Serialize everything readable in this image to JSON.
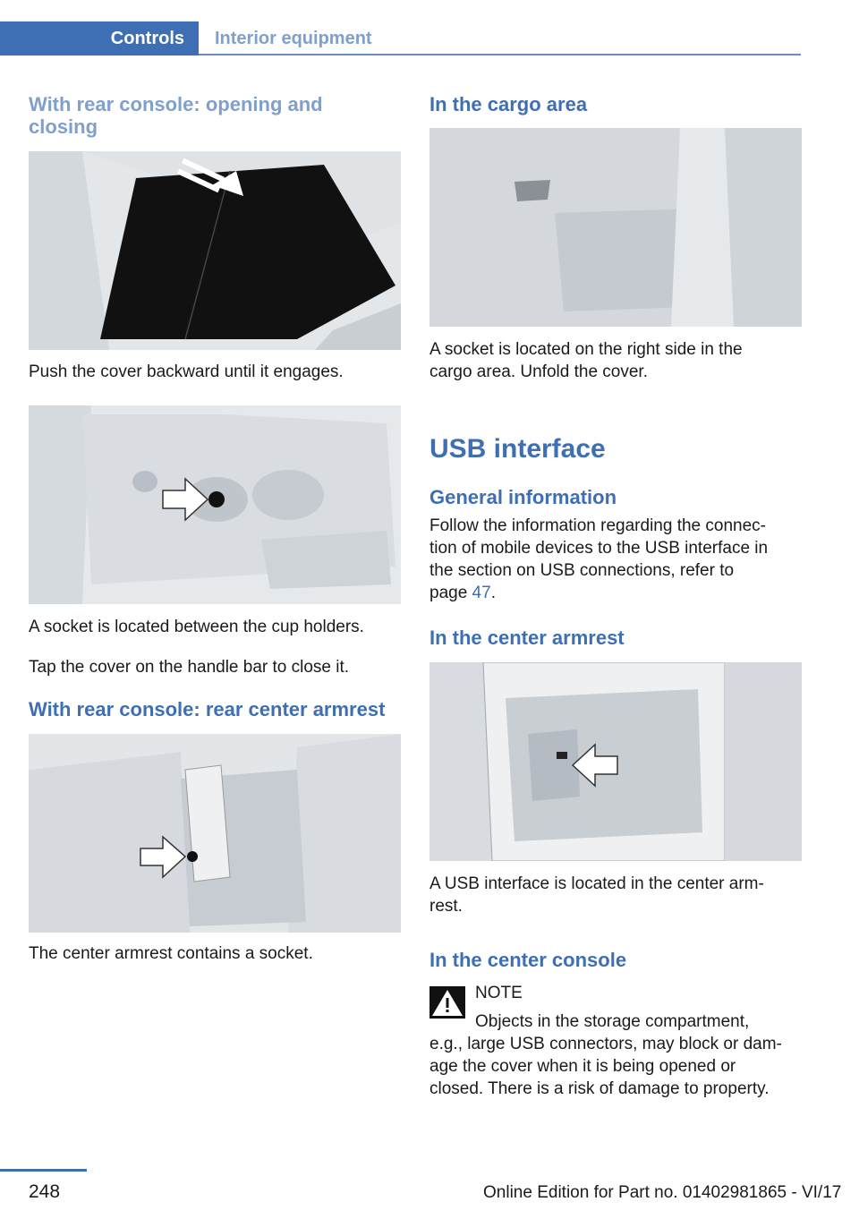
{
  "header": {
    "active_tab": "Controls",
    "inactive_tab": "Interior equipment"
  },
  "left": {
    "heading1": "With rear console: opening and closing",
    "caption1": "Push the cover backward until it engages.",
    "caption2": "A socket is located between the cup holders.",
    "caption3": "Tap the cover on the handle bar to close it.",
    "heading2": "With rear console: rear center armrest",
    "caption4": "The center armrest contains a socket."
  },
  "right": {
    "heading_cargo": "In the cargo area",
    "caption_cargo_1": "A socket is located on the right side in the",
    "caption_cargo_2": "cargo area. Unfold the cover.",
    "usb_title": "USB interface",
    "general_heading": "General information",
    "general_line1": "Follow the information regarding the connec-",
    "general_line2": "tion of mobile devices to the USB interface in",
    "general_line3": "the section on USB connections, refer to",
    "general_line4_prefix": "page ",
    "general_page_link": "47",
    "general_line4_suffix": ".",
    "armrest_heading": "In the center armrest",
    "armrest_caption_1": "A USB interface is located in the center arm-",
    "armrest_caption_2": "rest.",
    "console_heading": "In the center console",
    "note_label": "NOTE",
    "note_line1": "Objects in the storage compartment,",
    "note_line2": "e.g., large USB connectors, may block or dam-",
    "note_line3": "age the cover when it is being opened or",
    "note_line4": "closed. There is a risk of damage to property."
  },
  "footer": {
    "page_number": "248",
    "edition": "Online Edition for Part no. 01402981865 - VI/17"
  }
}
